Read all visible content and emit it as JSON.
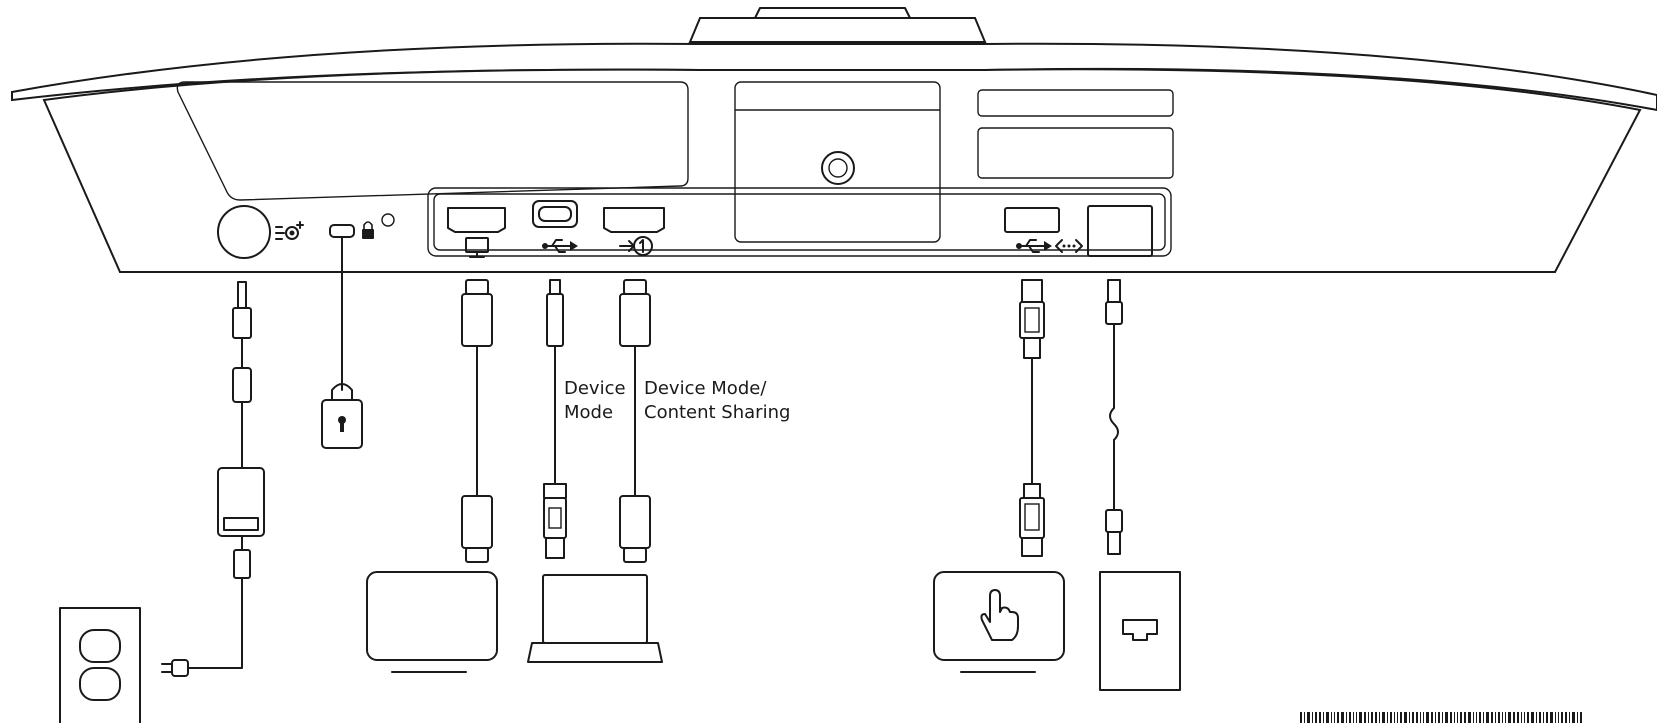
{
  "labels": {
    "device_mode": [
      "Device",
      "Mode"
    ],
    "content_sharing": [
      "Device Mode/",
      "Content Sharing"
    ]
  },
  "colors": {
    "line": "#1a1a1a",
    "background": "#ffffff"
  },
  "icons": {
    "power_port": "dc-power-icon",
    "security_slot": "padlock-icon",
    "hdmi_out": "monitor-icon",
    "usb_c": "usb-icon",
    "hdmi_in": "hdmi-input-1-icon",
    "usb_a": "usb-icon",
    "network": "ethernet-icon"
  }
}
